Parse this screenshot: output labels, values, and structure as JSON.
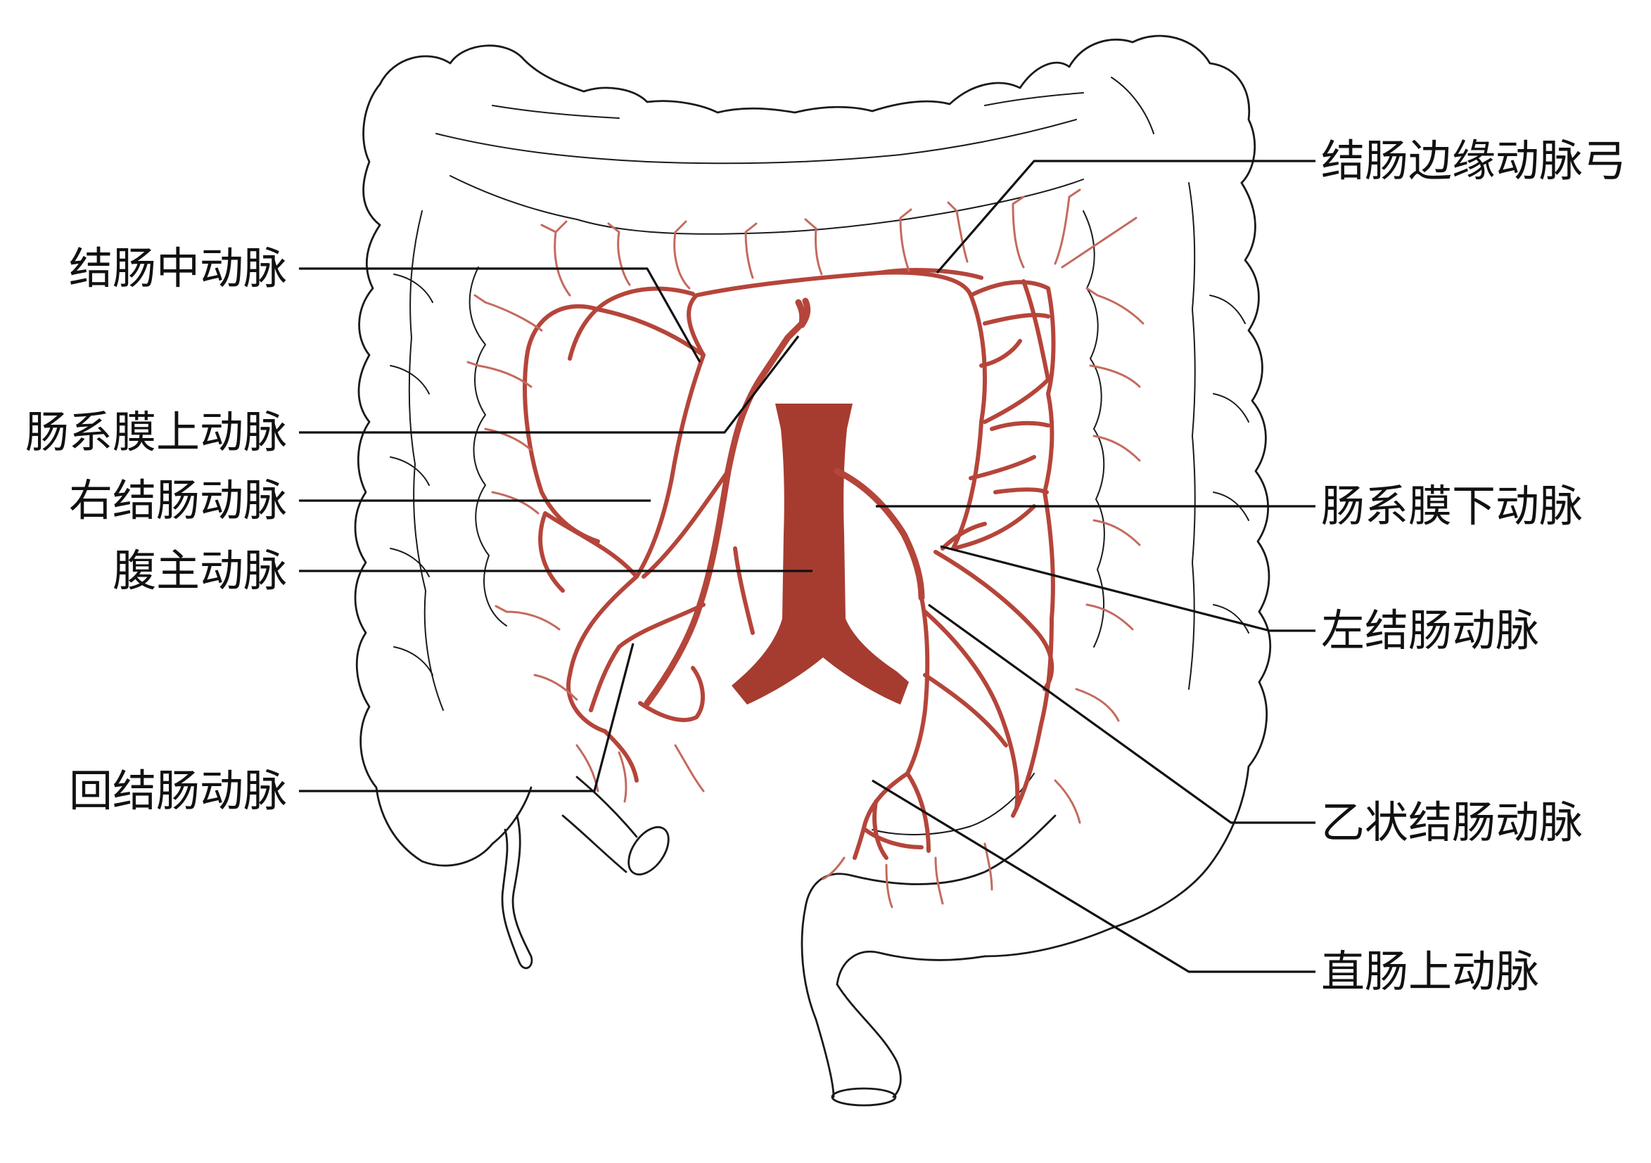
{
  "labels": {
    "middle_colic": "结肠中动脉",
    "sma": "肠系膜上动脉",
    "right_colic": "右结肠动脉",
    "aorta": "腹主动脉",
    "ileocolic": "回结肠动脉",
    "marginal_arcade": "结肠边缘动脉弓",
    "ima": "肠系膜下动脉",
    "left_colic": "左结肠动脉",
    "sigmoid": "乙状结肠动脉",
    "superior_rectal": "直肠上动脉"
  },
  "colors": {
    "artery": "#b5453a",
    "aorta": "#a63c30",
    "outline": "#1a1a1a"
  }
}
